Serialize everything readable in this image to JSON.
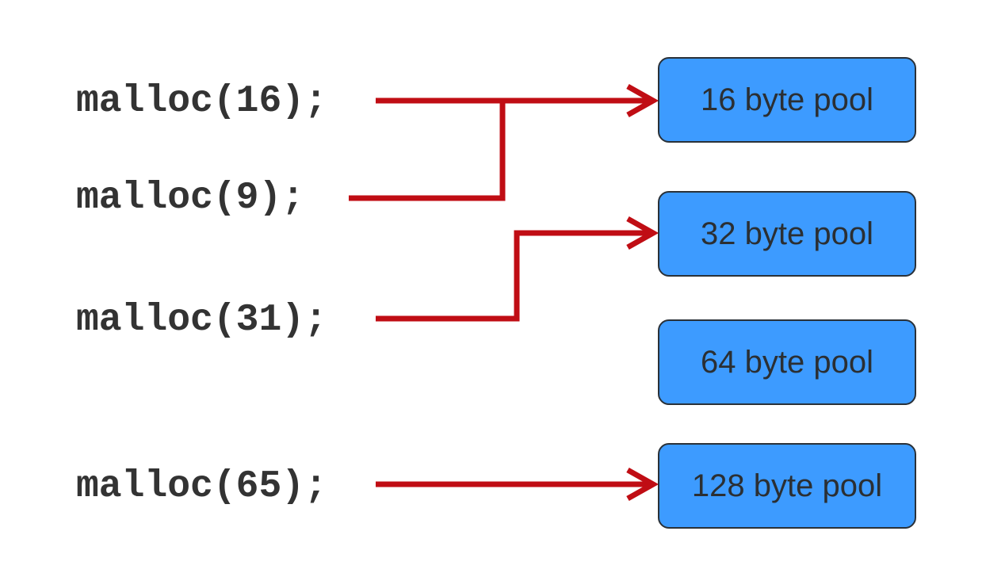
{
  "calls": [
    {
      "label": "malloc(16);"
    },
    {
      "label": "malloc(9);"
    },
    {
      "label": "malloc(31);"
    },
    {
      "label": "malloc(65);"
    }
  ],
  "pools": [
    {
      "label": "16 byte pool"
    },
    {
      "label": "32 byte pool"
    },
    {
      "label": "64 byte pool"
    },
    {
      "label": "128 byte pool"
    }
  ],
  "connections": [
    {
      "from": "malloc(16);",
      "to": "16 byte pool"
    },
    {
      "from": "malloc(9);",
      "to": "16 byte pool"
    },
    {
      "from": "malloc(31);",
      "to": "32 byte pool"
    },
    {
      "from": "malloc(65);",
      "to": "128 byte pool"
    }
  ],
  "colors": {
    "arrow": "#c00d14",
    "pool_fill": "#3d9bff",
    "pool_border": "#2a3138",
    "text": "#333333"
  }
}
